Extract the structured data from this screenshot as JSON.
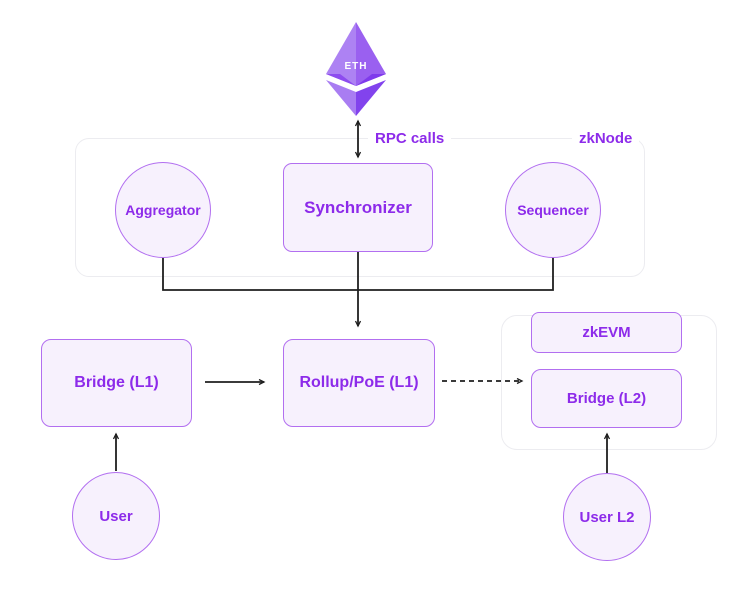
{
  "diagram": {
    "eth_label": "ETH",
    "labels": {
      "rpc_calls": "RPC calls",
      "zknode": "zkNode"
    },
    "nodes": {
      "aggregator": "Aggregator",
      "synchronizer": "Synchronizer",
      "sequencer": "Sequencer",
      "bridge_l1": "Bridge (L1)",
      "rollup_poe_l1": "Rollup/PoE (L1)",
      "zkevm": "zkEVM",
      "bridge_l2": "Bridge (L2)",
      "user": "User",
      "user_l2": "User L2"
    },
    "edges": [
      {
        "from": "eth",
        "to": "synchronizer",
        "style": "solid",
        "bidirectional": true,
        "label": "RPC calls"
      },
      {
        "from": "aggregator",
        "to": "rollup_poe_l1",
        "style": "solid"
      },
      {
        "from": "sequencer",
        "to": "rollup_poe_l1",
        "style": "solid"
      },
      {
        "from": "synchronizer",
        "to": "rollup_poe_l1",
        "style": "solid"
      },
      {
        "from": "bridge_l1",
        "to": "rollup_poe_l1",
        "style": "solid"
      },
      {
        "from": "rollup_poe_l1",
        "to": "bridge_l2",
        "style": "dashed"
      },
      {
        "from": "user",
        "to": "bridge_l1",
        "style": "solid"
      },
      {
        "from": "user_l2",
        "to": "bridge_l2",
        "style": "solid"
      }
    ],
    "containers": [
      {
        "id": "zknode",
        "label": "zkNode",
        "children": [
          "aggregator",
          "synchronizer",
          "sequencer"
        ]
      },
      {
        "id": "l2",
        "label": "",
        "children": [
          "zkevm",
          "bridge_l2"
        ]
      }
    ],
    "colors": {
      "node_fill": "#f7f1fd",
      "node_border": "#b26ff0",
      "node_text": "#8d2bea",
      "container_border": "#ececf0",
      "arrow": "#1f1f1f",
      "eth_top_left": "#ad82f3",
      "eth_top_right": "#9a60f0",
      "eth_bottom_left": "#a97df2",
      "eth_bottom_right": "#8243ed"
    }
  }
}
